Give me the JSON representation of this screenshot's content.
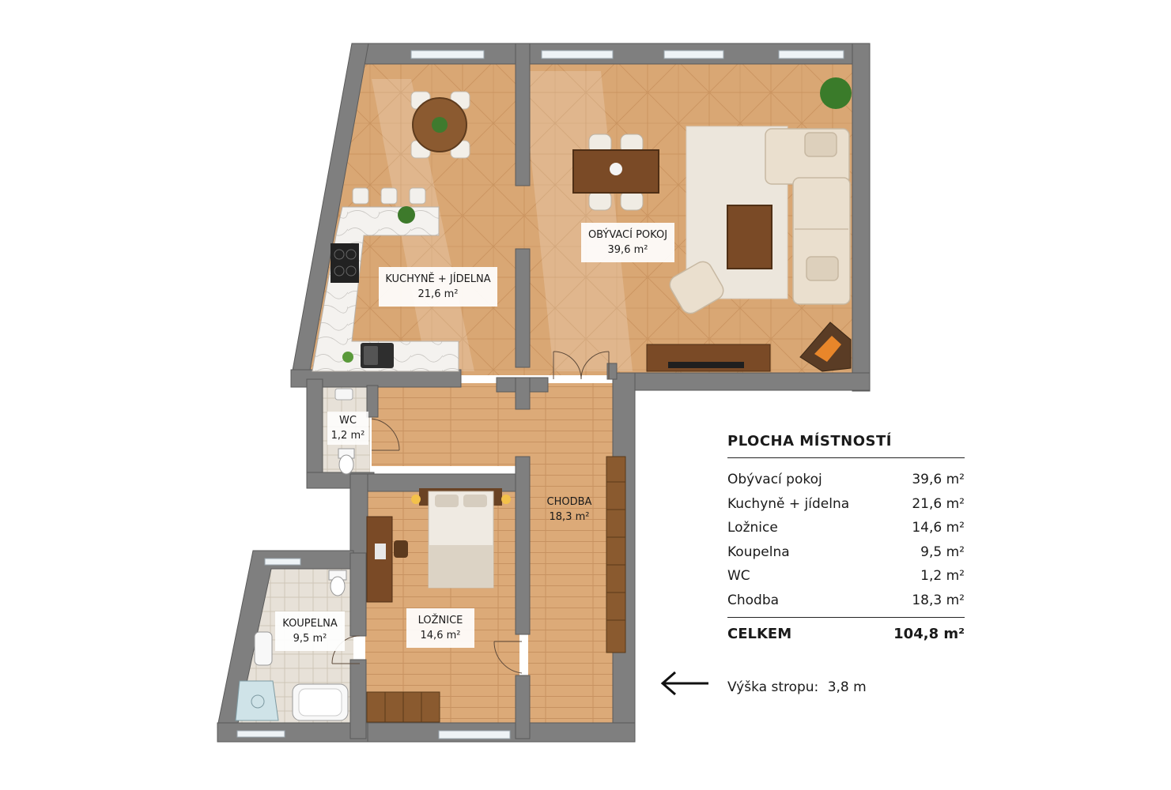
{
  "rooms": {
    "living": {
      "name": "OBÝVACÍ POKOJ",
      "area": "39,6 m²"
    },
    "kitchen": {
      "name": "KUCHYNĚ + JÍDELNA",
      "area": "21,6 m²"
    },
    "wc": {
      "name": "WC",
      "area": "1,2 m²"
    },
    "hall": {
      "name": "CHODBA",
      "area": "18,3 m²"
    },
    "bath": {
      "name": "KOUPELNA",
      "area": "9,5 m²"
    },
    "bedroom": {
      "name": "LOŽNICE",
      "area": "14,6 m²"
    }
  },
  "legend": {
    "title": "PLOCHA MÍSTNOSTÍ",
    "rows": [
      {
        "label": "Obývací pokoj",
        "value": "39,6 m²"
      },
      {
        "label": "Kuchyně + jídelna",
        "value": "21,6 m²"
      },
      {
        "label": "Ložnice",
        "value": "14,6 m²"
      },
      {
        "label": "Koupelna",
        "value": "9,5 m²"
      },
      {
        "label": "WC",
        "value": "1,2 m²"
      },
      {
        "label": "Chodba",
        "value": "18,3 m²"
      }
    ],
    "total_label": "CELKEM",
    "total_value": "104,8 m²"
  },
  "ceiling": {
    "label": "Výška stropu:",
    "value": "3,8 m"
  },
  "colors": {
    "floor": "#d9a774",
    "floor_dark": "#c98f57",
    "wall": "#7f7f7f",
    "wall_light": "#a6a6a6",
    "wood": "#7a4a26",
    "sofa": "#eadfce"
  },
  "icons": [
    "arrow-left-icon",
    "plant-icon",
    "fireplace-icon",
    "toilet-icon",
    "bathtub-icon",
    "shower-icon",
    "bed-icon",
    "sofa-icon",
    "stove-icon",
    "sink-icon"
  ]
}
